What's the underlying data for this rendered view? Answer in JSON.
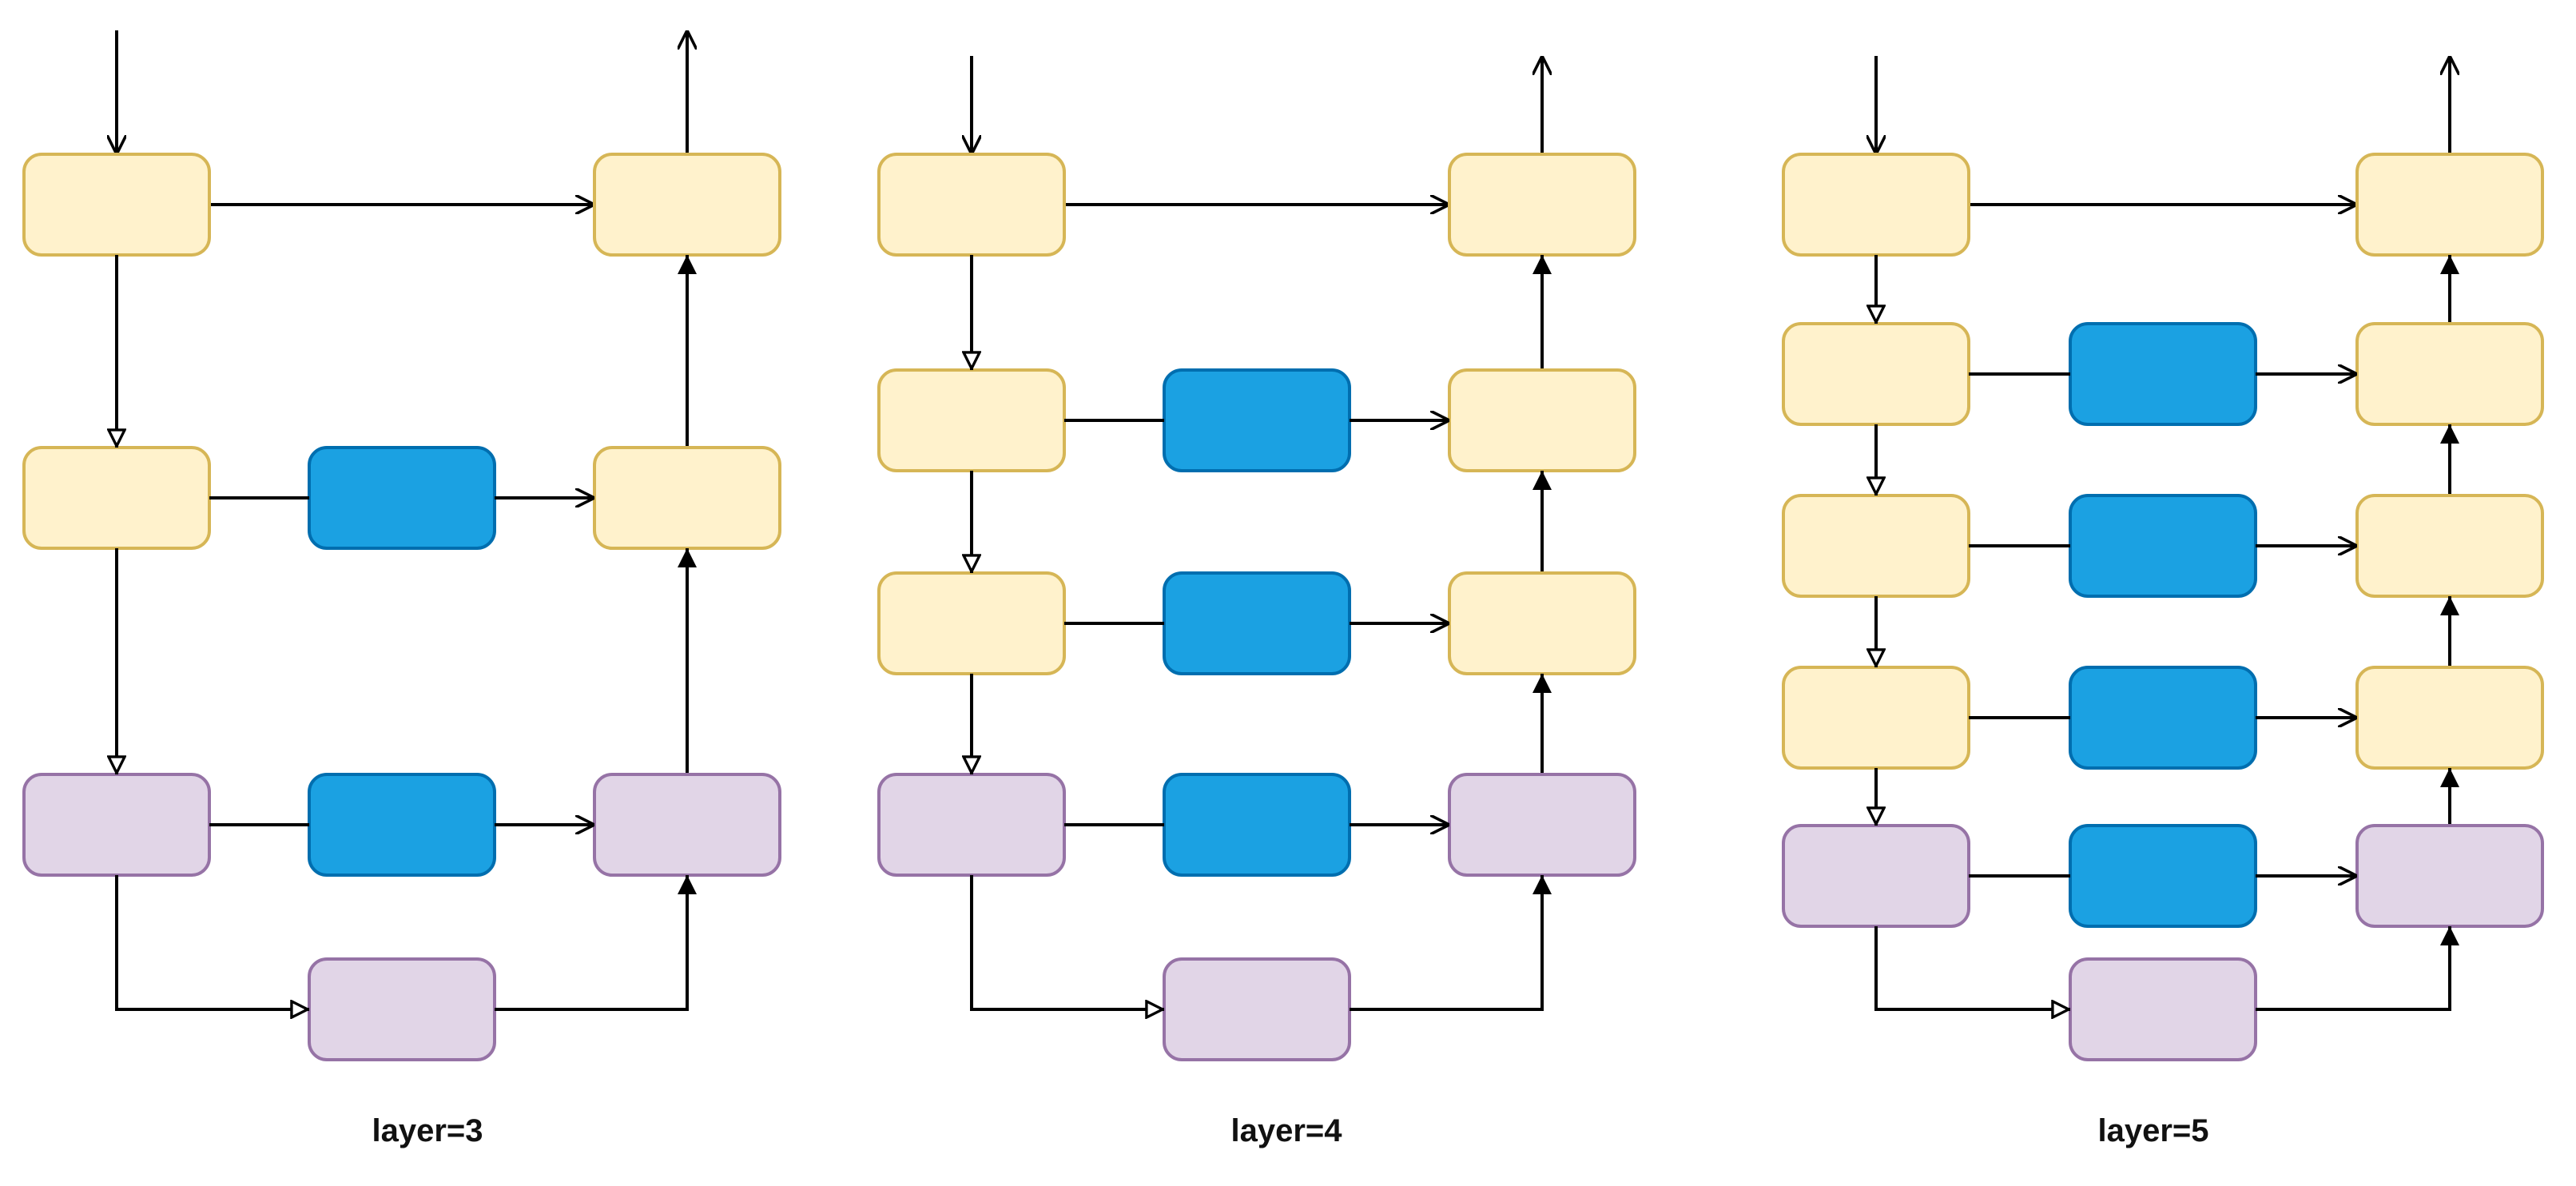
{
  "colors": {
    "yellow_fill": "#fff2cc",
    "yellow_stroke": "#d6b656",
    "purple_fill": "#e1d5e7",
    "purple_stroke": "#9673a6",
    "blue_fill": "#1ba1e2",
    "blue_stroke": "#006eaf",
    "line": "#000000"
  },
  "panels": [
    {
      "caption": "layer=3",
      "layers": 3
    },
    {
      "caption": "layer=4",
      "layers": 4
    },
    {
      "caption": "layer=5",
      "layers": 5
    }
  ]
}
